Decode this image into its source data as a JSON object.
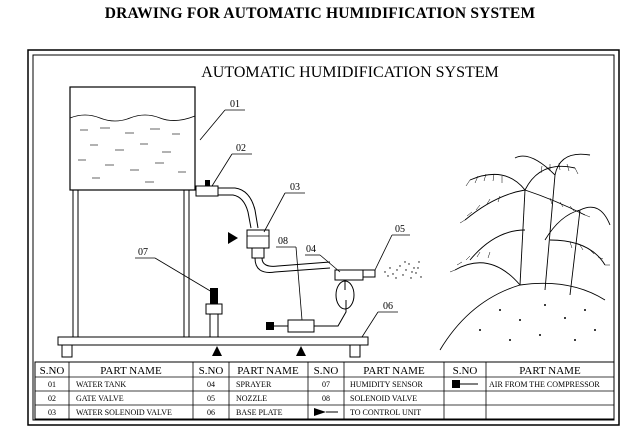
{
  "page_title": "DRAWING FOR AUTOMATIC HUMIDIFICATION SYSTEM",
  "drawing_title": "AUTOMATIC HUMIDIFICATION SYSTEM",
  "callouts": [
    "01",
    "02",
    "03",
    "04",
    "05",
    "06",
    "07",
    "08"
  ],
  "table": {
    "headers": [
      "S.NO",
      "PART NAME",
      "S.NO",
      "PART NAME",
      "S.NO",
      "PART NAME",
      "S.NO",
      "PART NAME"
    ],
    "rows": [
      [
        "01",
        "WATER TANK",
        "04",
        "SPRAYER",
        "07",
        "HUMIDITY SENSOR",
        "",
        "AIR FROM THE COMPRESSOR"
      ],
      [
        "02",
        "GATE VALVE",
        "05",
        "NOZZLE",
        "08",
        "SOLENOID VALVE",
        "",
        ""
      ],
      [
        "03",
        "WATER SOLENOID VALVE",
        "06",
        "BASE PLATE",
        "",
        "TO CONTROL UNIT",
        "",
        ""
      ]
    ],
    "legend_symbols": [
      "square-arrow-icon",
      "triangle-arrow-icon"
    ]
  }
}
